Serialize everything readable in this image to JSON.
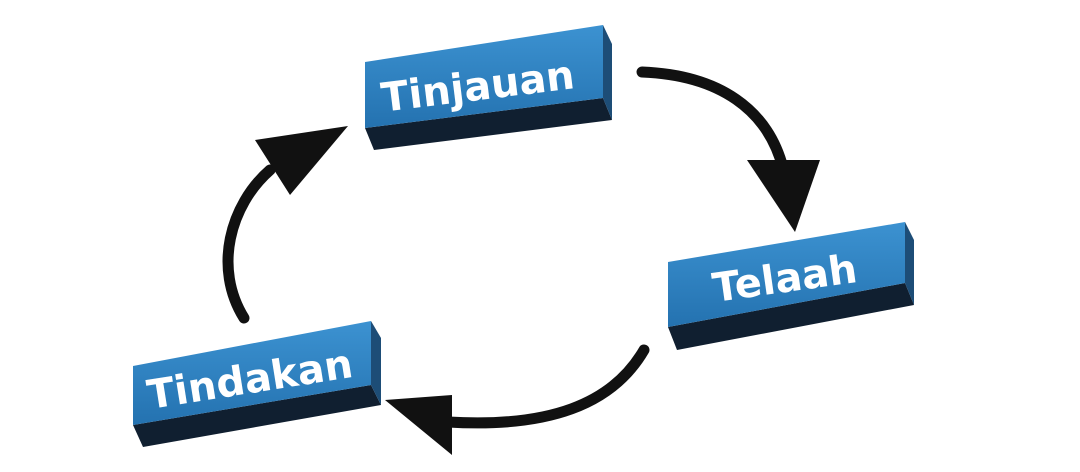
{
  "diagram": {
    "nodes": [
      {
        "id": "tinjauan",
        "label": "Tinjauan"
      },
      {
        "id": "telaah",
        "label": "Telaah"
      },
      {
        "id": "tindakan",
        "label": "Tindakan"
      }
    ],
    "cycle_order": [
      "tinjauan",
      "telaah",
      "tindakan"
    ],
    "colors": {
      "box_face": "#2a7fbf",
      "box_side": "#1e4f7a",
      "box_bottom": "#0f2236",
      "arrow": "#111111",
      "label": "#ffffff",
      "background": "#ffffff"
    }
  }
}
